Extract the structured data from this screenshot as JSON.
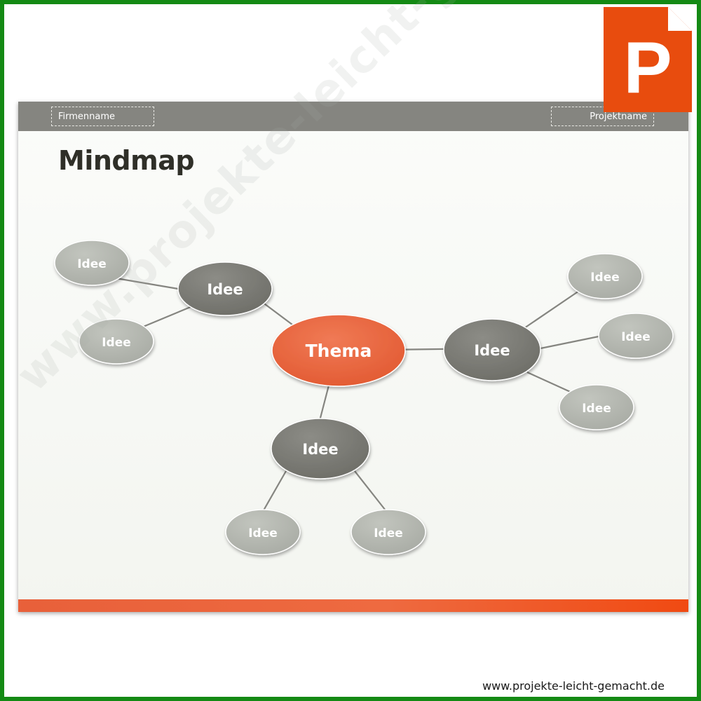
{
  "slide": {
    "company_name": "Firmenname",
    "project_name": "Projektname",
    "title": "Mindmap"
  },
  "mindmap": {
    "center": {
      "label": "Thema"
    },
    "branches": [
      {
        "label": "Idee",
        "children": [
          "Idee",
          "Idee"
        ]
      },
      {
        "label": "Idee",
        "children": [
          "Idee",
          "Idee",
          "Idee"
        ]
      },
      {
        "label": "Idee",
        "children": [
          "Idee",
          "Idee"
        ]
      }
    ]
  },
  "colors": {
    "frame": "#148a14",
    "accent": "#e8603a",
    "branch_node": "#7a7a74",
    "leaf_node": "#b4b7b0",
    "header": "#858580"
  },
  "watermark": "www.projekte-leicht-gemacht.de",
  "footer_url": "www.projekte-leicht-gemacht.de",
  "app_icon": {
    "name": "powerpoint-icon",
    "letter": "P",
    "color": "#e84c0e"
  }
}
